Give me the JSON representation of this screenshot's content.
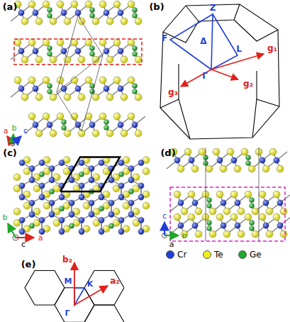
{
  "diagram": {
    "labels": [
      "(a)",
      "a",
      "b",
      "c",
      "(b)",
      "Z",
      "F",
      "Δ",
      "L",
      "Γ",
      "g₂",
      "g₁",
      "g₃",
      "(c)",
      "b",
      "a",
      "c",
      "(d)",
      "c",
      "b",
      "a",
      "(e)",
      "b₂",
      "a₂",
      "M",
      "K",
      "Γ"
    ],
    "legend": [
      {
        "text": "Cr",
        "color": "#1f3fd8"
      },
      {
        "text": "Te",
        "color": "#f2ef1a"
      },
      {
        "text": "Ge",
        "color": "#1fa82a"
      }
    ]
  }
}
